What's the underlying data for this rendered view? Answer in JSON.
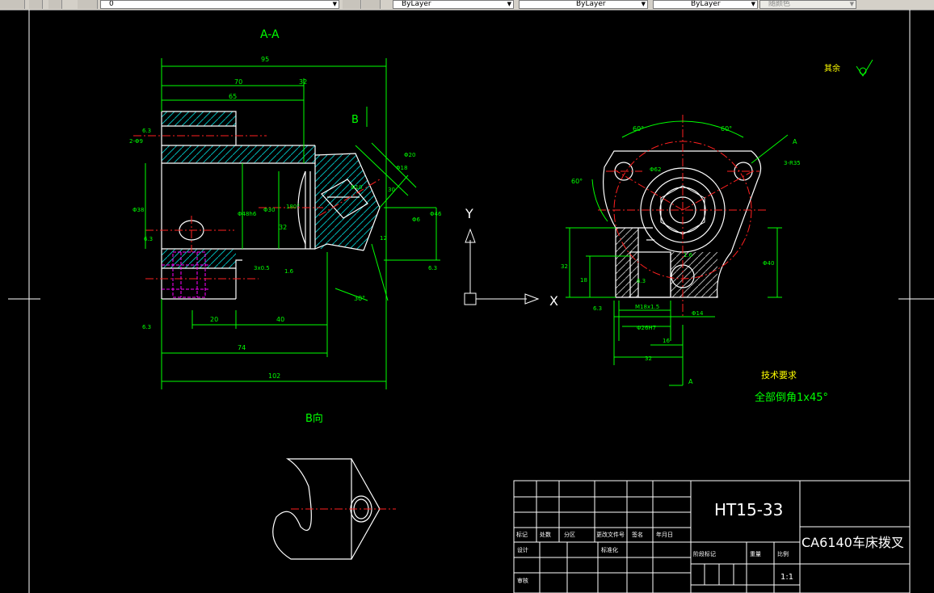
{
  "toolbar": {
    "layer_value": "0",
    "color_combo": "ByLayer",
    "linetype_combo": "ByLayer",
    "lineweight_combo": "ByLayer",
    "plotstyle_combo": "随颜色"
  },
  "drawing": {
    "section_label": "A-A",
    "view_b_label": "B",
    "view_b_title": "B向",
    "view_a_label": "A",
    "section_arrow_a": "A",
    "axis_y": "Y",
    "axis_x": "X",
    "roughness_other": "其余",
    "tech_req_title": "技术要求",
    "tech_req_body": "全部倒角1x45°",
    "dims_left": {
      "d95": "95",
      "d70": "70",
      "d65": "65",
      "d32a": "32",
      "d2phi9": "2-Φ9",
      "r63a": "6.3",
      "phi38": "Φ38",
      "phi48": "Φ48h6",
      "phi30": "Φ30",
      "ang180": "180°",
      "d32b": "32",
      "r63b": "6.3",
      "r63c": "6.3",
      "thread": "3x0.5",
      "r16": "1.6",
      "d20": "20",
      "d40": "40",
      "d74": "74",
      "d102": "102",
      "phi20": "Φ20",
      "phi18": "Φ18",
      "phi10": "Φ10",
      "d30": "30",
      "phi46": "Φ46",
      "phi6": "Φ6",
      "d12": "12",
      "r63d": "6.3",
      "ang30": "30°"
    },
    "dims_right": {
      "ang60a": "60°",
      "ang60b": "60°",
      "ang60c": "60°",
      "r35": "3-R35",
      "phi62": "Φ62",
      "d32": "32",
      "d18": "18",
      "r63": "6.3",
      "r63b": "6.3",
      "thread": "M18x1.5",
      "phi26": "Φ26H7",
      "phi14": "Φ14",
      "d16": "16",
      "d32b": "32",
      "phi40": "Φ40",
      "r16": "1.6"
    }
  },
  "title_block": {
    "material": "HT15-33",
    "part_name": "CA6140车床拨叉",
    "scale": "1:1",
    "row_labels": [
      "标记",
      "处数",
      "分区",
      "更改文件号",
      "签名",
      "年月日"
    ],
    "designer": "设计",
    "standardize": "标准化",
    "reviewer": "审核",
    "stage_labels": [
      "阶段标记",
      "重量",
      "比例"
    ]
  }
}
